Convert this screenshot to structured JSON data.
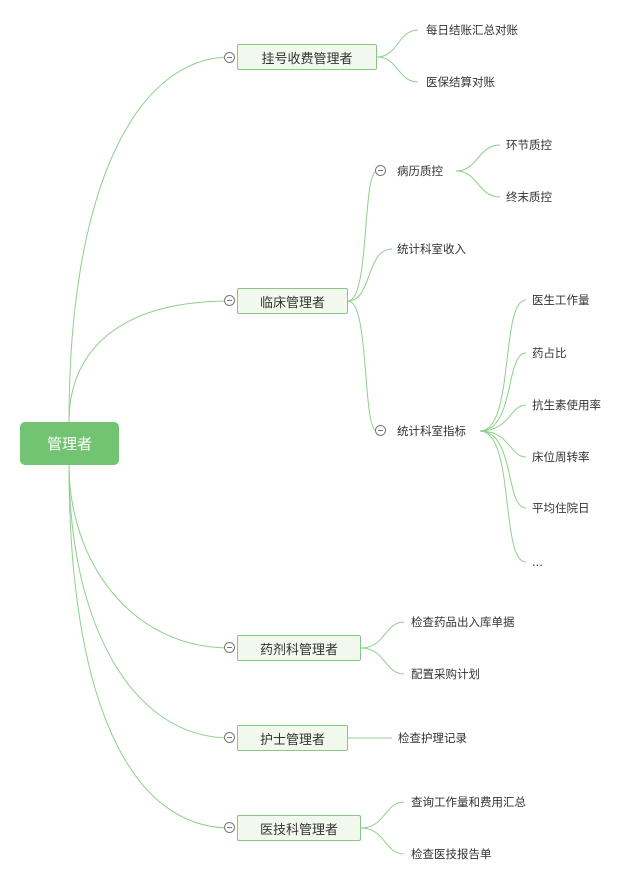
{
  "root": {
    "label": "管理者"
  },
  "branches": {
    "registration": {
      "label": "挂号收费管理者",
      "children": [
        "每日结账汇总对账",
        "医保结算对账"
      ]
    },
    "clinical": {
      "label": "临床管理者",
      "record_qc": {
        "label": "病历质控",
        "children": [
          "环节质控",
          "终末质控"
        ]
      },
      "dept_income": {
        "label": "统计科室收入"
      },
      "dept_indicators": {
        "label": "统计科室指标",
        "children": [
          "医生工作量",
          "药占比",
          "抗生素使用率",
          "床位周转率",
          "平均住院日",
          "..."
        ]
      }
    },
    "pharmacy": {
      "label": "药剂科管理者",
      "children": [
        "检查药品出入库单据",
        "配置采购计划"
      ]
    },
    "nursing": {
      "label": "护士管理者",
      "children": [
        "检查护理记录"
      ]
    },
    "medtech": {
      "label": "医技科管理者",
      "children": [
        "查询工作量和费用汇总",
        "检查医技报告单"
      ]
    }
  }
}
